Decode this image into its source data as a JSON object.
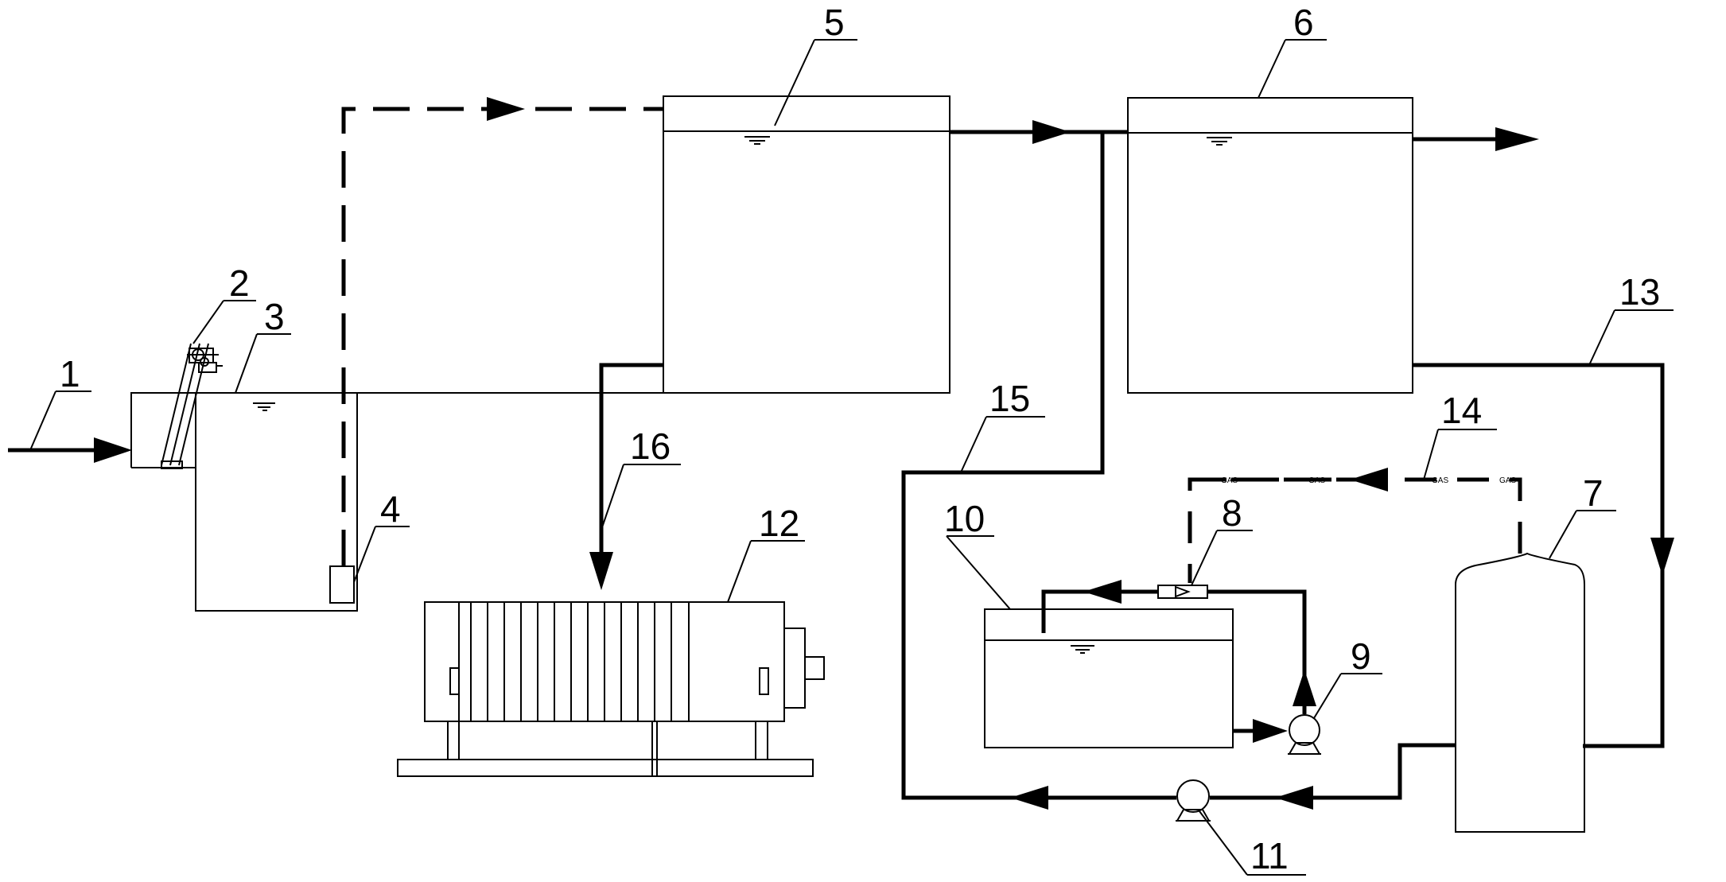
{
  "labels": {
    "l1": "1",
    "l2": "2",
    "l3": "3",
    "l4": "4",
    "l5": "5",
    "l6": "6",
    "l7": "7",
    "l8": "8",
    "l9": "9",
    "l10": "10",
    "l11": "11",
    "l12": "12",
    "l13": "13",
    "l14": "14",
    "l15": "15",
    "l16": "16"
  },
  "gas_marker": "GAS"
}
